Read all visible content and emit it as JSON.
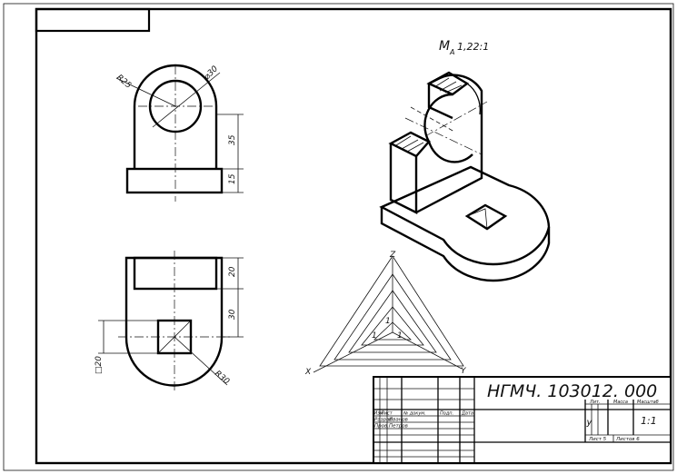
{
  "scale_note": "M",
  "scale_note_sub": "A",
  "scale_note_ratio": "1,22:1",
  "dimensions": {
    "radius_top": "R25",
    "diameter_hole": "⌀30",
    "height_upright": "35",
    "base_thickness": "15",
    "plan_depth_top": "20",
    "plan_mid": "30",
    "square_hole": "□20",
    "radius_bottom": "R30"
  },
  "axes": {
    "z": "Z",
    "x": "X",
    "y": "Y",
    "marks": [
      "1",
      "1",
      "1"
    ]
  },
  "title_block": {
    "designation": "НГМЧ. 103012. 000",
    "col_headers": [
      "Изм",
      "Лист",
      "№ докум.",
      "Подп.",
      "Дата"
    ],
    "row_roles": [
      "Разраб.",
      "Пров."
    ],
    "row_names": [
      "Иванов",
      "Петров"
    ],
    "lit_label": "Лит.",
    "mass_label": "Масса",
    "scale_label": "Масштаб",
    "lit_value": "у",
    "scale_value": "1:1",
    "sheet_label": "Лист 5",
    "sheets_label": "Листов 6"
  }
}
